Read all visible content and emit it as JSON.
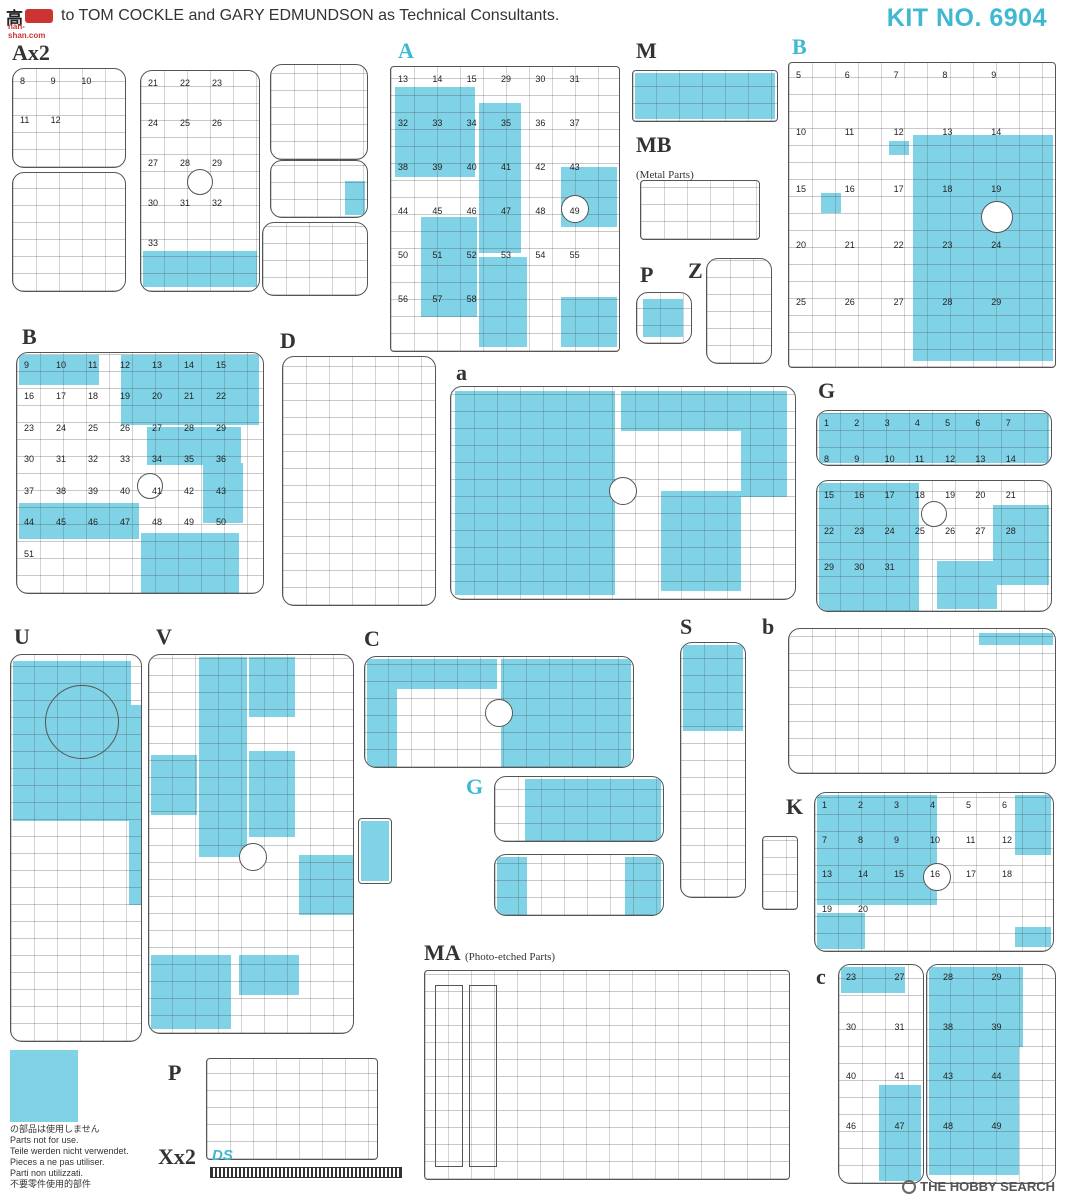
{
  "header": {
    "logo_text": "高",
    "logo_sub": "nan-shan.com",
    "credit": "to TOM COCKLE and GARY EDMUNDSON as Technical Consultants.",
    "kit_no": "KIT NO. 6904"
  },
  "sprues": [
    {
      "id": "ax2",
      "label": "Ax2",
      "cyan": false
    },
    {
      "id": "a",
      "label": "A",
      "cyan": true
    },
    {
      "id": "m",
      "label": "M",
      "cyan": false
    },
    {
      "id": "mb",
      "label": "MB",
      "sub": "(Metal Parts)",
      "cyan": false
    },
    {
      "id": "b_top",
      "label": "B",
      "cyan": true
    },
    {
      "id": "p_small",
      "label": "P",
      "cyan": false
    },
    {
      "id": "z",
      "label": "Z",
      "cyan": false
    },
    {
      "id": "b",
      "label": "B",
      "cyan": false
    },
    {
      "id": "d",
      "label": "D",
      "cyan": false
    },
    {
      "id": "a_small",
      "label": "a",
      "cyan": false
    },
    {
      "id": "g",
      "label": "G",
      "cyan": false
    },
    {
      "id": "u",
      "label": "U",
      "cyan": false
    },
    {
      "id": "v",
      "label": "V",
      "cyan": false
    },
    {
      "id": "c",
      "label": "C",
      "cyan": false
    },
    {
      "id": "g2",
      "label": "G",
      "cyan": true
    },
    {
      "id": "s",
      "label": "S",
      "cyan": false
    },
    {
      "id": "b_small",
      "label": "b",
      "cyan": false
    },
    {
      "id": "k",
      "label": "K",
      "cyan": false
    },
    {
      "id": "ma",
      "label": "MA",
      "sub": "(Photo-etched Parts)",
      "cyan": false
    },
    {
      "id": "c_small",
      "label": "c",
      "cyan": false
    },
    {
      "id": "p",
      "label": "P",
      "cyan": false
    },
    {
      "id": "xx2",
      "label": "Xx2",
      "cyan": false
    }
  ],
  "legend": {
    "color": "#80d2e6",
    "notes": [
      "の部品は使用しません",
      "Parts not for use.",
      "Teile werden nicht verwendet.",
      "Pieces a ne pas utiliser.",
      "Parti non utilizzati.",
      "不要零件使用的部件"
    ]
  },
  "numbers": {
    "ax2_a": [
      "8",
      "9",
      "10",
      "11",
      "12"
    ],
    "ax2_b": [
      "21",
      "22",
      "23",
      "24",
      "25",
      "26",
      "27",
      "28",
      "29",
      "30",
      "31",
      "32",
      "33"
    ],
    "a": [
      "13",
      "14",
      "15",
      "29",
      "30",
      "31",
      "32",
      "33",
      "34",
      "35",
      "36",
      "37",
      "38",
      "39",
      "40",
      "41",
      "42",
      "43",
      "44",
      "45",
      "46",
      "47",
      "48",
      "49",
      "50",
      "51",
      "52",
      "53",
      "54",
      "55",
      "56",
      "57",
      "58"
    ],
    "b_top": [
      "5",
      "6",
      "7",
      "8",
      "9",
      "10",
      "11",
      "12",
      "13",
      "14",
      "15",
      "16",
      "17",
      "18",
      "19",
      "20",
      "21",
      "22",
      "23",
      "24",
      "25",
      "26",
      "27",
      "28",
      "29"
    ],
    "b": [
      "9",
      "10",
      "11",
      "12",
      "13",
      "14",
      "15",
      "16",
      "17",
      "18",
      "19",
      "20",
      "21",
      "22",
      "23",
      "24",
      "25",
      "26",
      "27",
      "28",
      "29",
      "30",
      "31",
      "32",
      "33",
      "34",
      "35",
      "36",
      "37",
      "38",
      "39",
      "40",
      "41",
      "42",
      "43",
      "44",
      "45",
      "46",
      "47",
      "48",
      "49",
      "50",
      "51"
    ],
    "g": [
      "1",
      "2",
      "3",
      "4",
      "5",
      "6",
      "7",
      "8",
      "9",
      "10",
      "11",
      "12",
      "13",
      "14",
      "15",
      "16",
      "17",
      "18",
      "19",
      "20",
      "21",
      "22",
      "23",
      "24",
      "25",
      "26",
      "27",
      "28",
      "29",
      "30",
      "31"
    ],
    "k": [
      "1",
      "2",
      "3",
      "4",
      "5",
      "6",
      "7",
      "8",
      "9",
      "10",
      "11",
      "12",
      "13",
      "14",
      "15",
      "16",
      "17",
      "18",
      "19",
      "20"
    ],
    "c_small": [
      "23",
      "27",
      "28",
      "29",
      "30",
      "31",
      "38",
      "39",
      "40",
      "41",
      "43",
      "44",
      "46",
      "47",
      "48",
      "49"
    ]
  },
  "watermark": "THE HOBBY SEARCH",
  "ds_mark": "DS"
}
